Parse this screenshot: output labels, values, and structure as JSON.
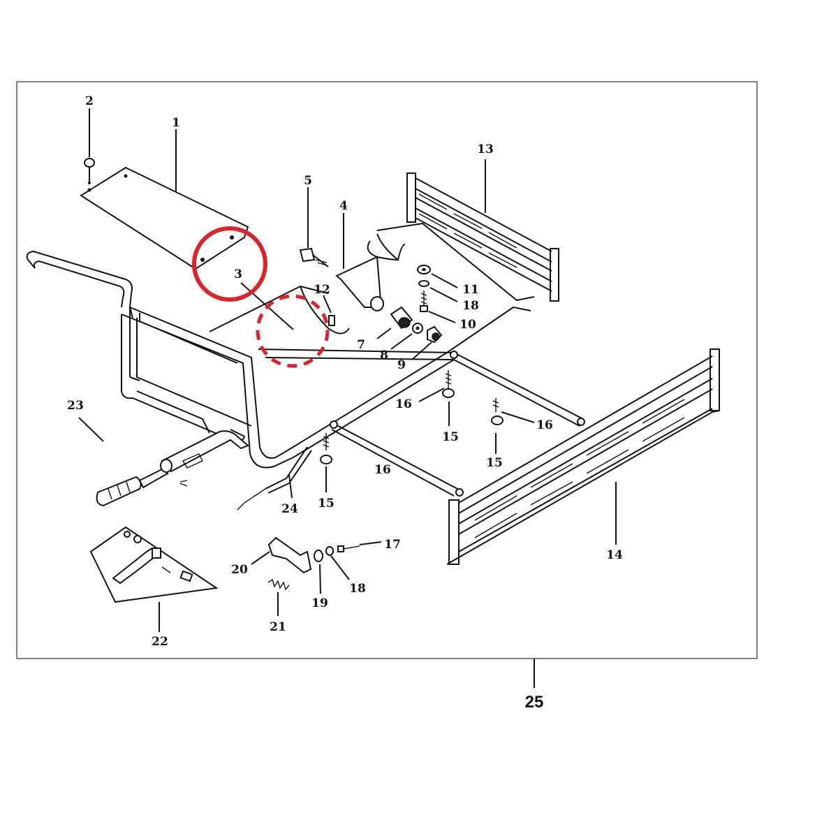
{
  "callouts": {
    "c1": "1",
    "c2": "2",
    "c3": "3",
    "c4": "4",
    "c5": "5",
    "c7": "7",
    "c8": "8",
    "c9": "9",
    "c10": "10",
    "c11": "11",
    "c12": "12",
    "c13": "13",
    "c14": "14",
    "c15a": "15",
    "c15b": "15",
    "c15c": "15",
    "c16a": "16",
    "c16b": "16",
    "c16c": "16",
    "c17": "17",
    "c18a": "18",
    "c18b": "18",
    "c19": "19",
    "c20": "20",
    "c21": "21",
    "c22": "22",
    "c23": "23",
    "c24": "24",
    "c25": "25"
  },
  "highlight": {
    "color": "#d9252a"
  },
  "colors": {
    "line": "#111111",
    "frame": "#555555",
    "background": "#ffffff"
  }
}
